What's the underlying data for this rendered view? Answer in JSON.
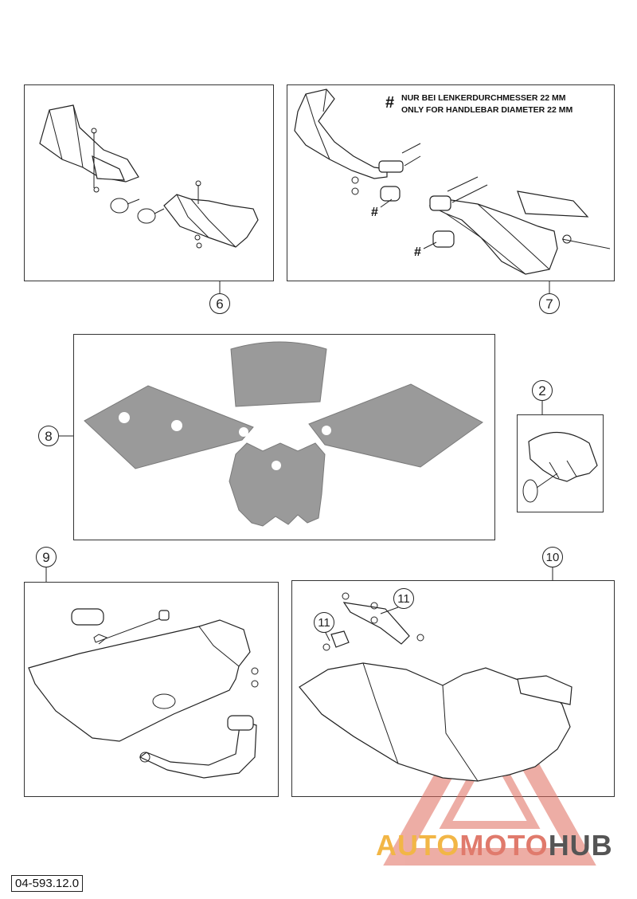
{
  "callouts": {
    "c6": "6",
    "c7": "7",
    "c8": "8",
    "c2": "2",
    "c9": "9",
    "c10": "10",
    "c11a": "11",
    "c11b": "11"
  },
  "markers": {
    "hash": "#"
  },
  "note": {
    "symbol": "#",
    "line1": "NUR BEI LENKERDURCHMESSER 22 MM",
    "line2": "ONLY FOR HANDLEBAR DIAMETER 22 MM"
  },
  "part_number": "04-593.12.0",
  "watermark": {
    "part1": "AUTO",
    "part2": "MOTO",
    "part3": "HUB",
    "color1": "#f2b646",
    "color2": "#e07a6c",
    "color3": "#555555"
  }
}
